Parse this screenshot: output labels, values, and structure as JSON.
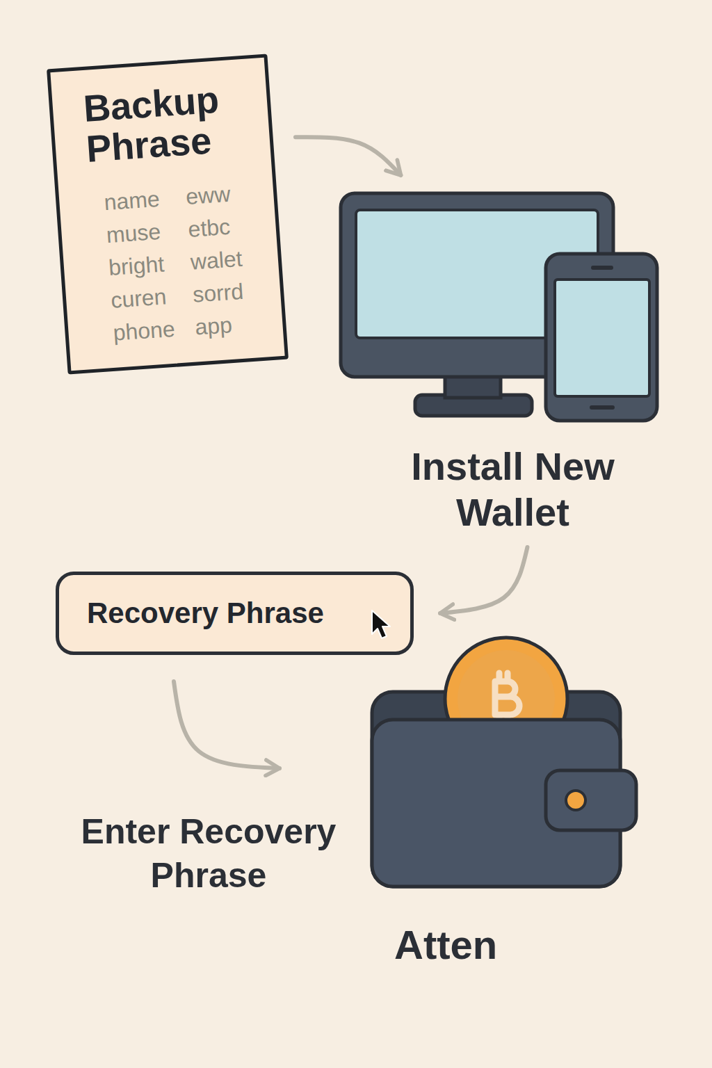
{
  "diagram": {
    "nodes": [
      {
        "text": [
          "Backup Phrase",
          "name",
          "eww",
          "muse",
          "etbc",
          "bright",
          "walet",
          "curen",
          "sorrd",
          "phone",
          "app"
        ]
      },
      {
        "text": [
          "Install New Wallet"
        ]
      },
      {
        "text": [
          "Recovery Phrase"
        ]
      },
      {
        "text": [
          "Atten"
        ]
      }
    ],
    "edges": [
      {
        "from": 0,
        "to": 1,
        "arrow": "to"
      },
      {
        "from": 1,
        "to": 2,
        "arrow": "to"
      },
      {
        "from": 2,
        "to": 3,
        "arrow": "to"
      }
    ],
    "labels": [
      "Enter Recovery Phrase"
    ]
  }
}
